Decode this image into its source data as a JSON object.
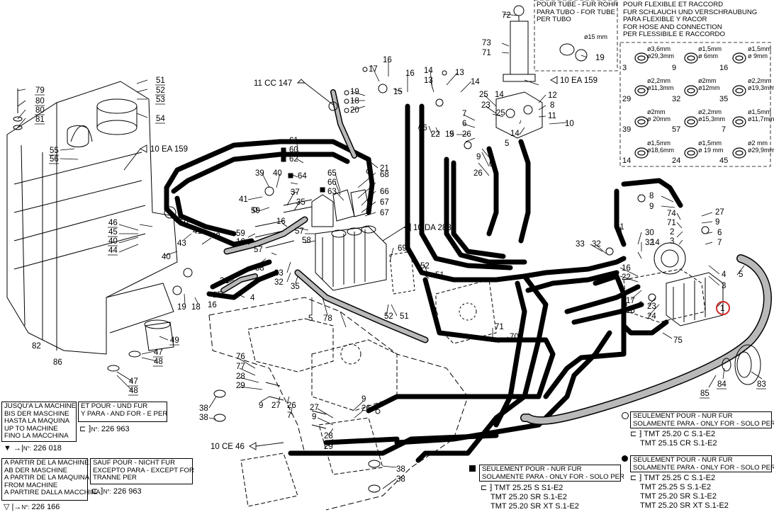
{
  "part_numbers": [
    "1",
    "2",
    "3",
    "4",
    "5",
    "6",
    "7",
    "8",
    "9",
    "10",
    "11",
    "12",
    "13",
    "14",
    "15",
    "16",
    "17",
    "18",
    "19",
    "20",
    "21",
    "22",
    "23",
    "24",
    "25",
    "26",
    "27",
    "28",
    "29",
    "30",
    "31",
    "32",
    "33",
    "35",
    "36",
    "37",
    "38",
    "39",
    "40",
    "41",
    "42",
    "43",
    "44",
    "45",
    "46",
    "47",
    "48",
    "49",
    "50",
    "51",
    "52",
    "53",
    "54",
    "55",
    "56",
    "57",
    "58",
    "59",
    "60",
    "61",
    "62",
    "63",
    "64",
    "65",
    "66",
    "67",
    "68",
    "69",
    "70",
    "71",
    "72",
    "73",
    "74",
    "75",
    "76",
    "77",
    "78",
    "79",
    "80",
    "81",
    "82",
    "83",
    "84",
    "85",
    "86"
  ],
  "references": {
    "cc147": "11 CC 147",
    "ea159_top": "10 EA 159",
    "ea159_left": "10 EA 159",
    "da288": "10 DA 288",
    "ce46": "10 CE 46"
  },
  "tube_note": {
    "lines": [
      "POUR TUBE - FUR ROHR",
      "PARA TUBO - FOR TUBE",
      "PER TUBO"
    ],
    "diam_15": "ø15 mm"
  },
  "hose_note": {
    "lines": [
      "POUR FLEXIBLE ET RACCORD",
      "FUR SCHLAUCH UND VERSCHRAUBUNG",
      "PARA FLEXIBLE Y RACOR",
      "FOR HOSE AND CONNECTION",
      "PER FLESSIBILE E RACCORDO"
    ],
    "seals": [
      {
        "num": "3",
        "d1": "ø3,6mm",
        "d2": "ø29,3mm"
      },
      {
        "num": "9",
        "d1": "ø1,5mm",
        "d2": "ø 6mm"
      },
      {
        "num": "16",
        "d1": "ø1,5mm",
        "d2": "ø 9mm"
      },
      {
        "num": "29",
        "d1": "ø2,2mm",
        "d2": "ø11,3mm"
      },
      {
        "num": "32",
        "d1": "ø2mm",
        "d2": "ø12mm"
      },
      {
        "num": "35",
        "d1": "ø2,2mm",
        "d2": "ø19,3mm"
      },
      {
        "num": "39",
        "d1": "ø2mm",
        "d2": "ø 20mm"
      },
      {
        "num": "57",
        "d1": "ø2,2mm",
        "d2": "ø15,3mm"
      },
      {
        "num": "7",
        "d1": "ø1,5mm",
        "d2": "ø11,7mm"
      },
      {
        "num": "14",
        "d1": "ø1,5mm",
        "d2": "ø18,6mm"
      },
      {
        "num": "24",
        "d1": "ø1,5mm",
        "d2": "ø 19 mm"
      },
      {
        "num": "45",
        "d1": "ø2 mm",
        "d2": "ø29,9mm"
      }
    ]
  },
  "until_box": {
    "lines": [
      "JUSQU'A LA MACHINE",
      "BIS DER MASCHINE",
      "HASTA LA MAQUINA",
      "UP TO MACHINE",
      "FINO LA MACCHINA"
    ],
    "serial": "226 018"
  },
  "and_for_box": {
    "lines": [
      "ET POUR - UND FUR",
      "Y PARA - AND FOR - E PER"
    ],
    "serial": "226 963"
  },
  "from_box": {
    "lines": [
      "A PARTIR DE LA MACHINE",
      "AB DER MASCHINE",
      "A PARTIR DE LA MAQUINA",
      "FROM MACHINE",
      "A PARTIRE DALLA MACCHINA"
    ],
    "serial": "226 166"
  },
  "except_box": {
    "lines": [
      "SAUF POUR - NICHT FUR",
      "EXCEPTO PARA - EXCEPT FOR",
      "TRANNE PER"
    ],
    "serial": "226 963"
  },
  "only_for_1": {
    "lines": [
      "SEULEMENT POUR - NUR FUR",
      "SOLAMENTE PARA - ONLY FOR - SOLO PER"
    ],
    "models": [
      "TMT 25.25 S S1-E2",
      "TMT 25.20 SR S.1-E2",
      "TMT 25.20 SR XT S.1-E2"
    ]
  },
  "only_for_2": {
    "lines": [
      "SEULEMENT POUR - NUR FUR",
      "SOLAMENTE PARA - ONLY FOR - SOLO PER"
    ],
    "models": [
      "TMT 25.20 C S.1-E2",
      "TMT 25.15 CR S.1-E2"
    ]
  },
  "only_for_3": {
    "lines": [
      "SEULEMENT POUR - NUR FUR",
      "SOLAMENTE PARA - ONLY FOR - SOLO PER"
    ],
    "models": [
      "TMT 25.25 C S.1-E2",
      "TMT 25.25 S S.1-E2",
      "TMT 25.20 SR S.1-E2",
      "TMT 25.20 SR XT S.1-E2"
    ]
  },
  "serial_prefix": "N°:",
  "colors": {
    "ink": "#000000",
    "highlight": "#d12b2b",
    "hose_fill": "#b9b9b9"
  }
}
